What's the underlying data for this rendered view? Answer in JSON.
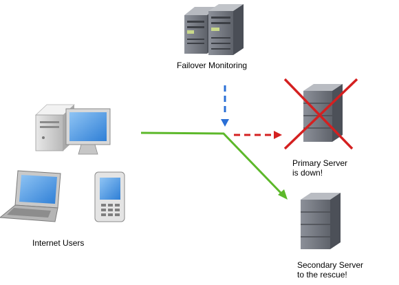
{
  "labels": {
    "failover_monitoring": "Failover Monitoring",
    "primary_server_line1": "Primary Server",
    "primary_server_line2": "is down!",
    "secondary_server_line1": "Secondary Server",
    "secondary_server_line2": "to the rescue!",
    "internet_users": "Internet Users"
  },
  "colors": {
    "traffic_path": "#5cb82a",
    "monitor_arrow": "#2a6fd6",
    "failed_arrow": "#d42020",
    "failure_cross": "#d42020",
    "server_body": "#6b6f78",
    "screen": "#3a86d8"
  },
  "icons": {
    "monitor_server": "rack-server-pair-icon",
    "primary_server": "tower-server-icon",
    "secondary_server": "tower-server-icon",
    "desktop": "desktop-computer-icon",
    "laptop": "laptop-icon",
    "phone": "mobile-phone-icon",
    "failure_mark": "red-x-icon"
  }
}
